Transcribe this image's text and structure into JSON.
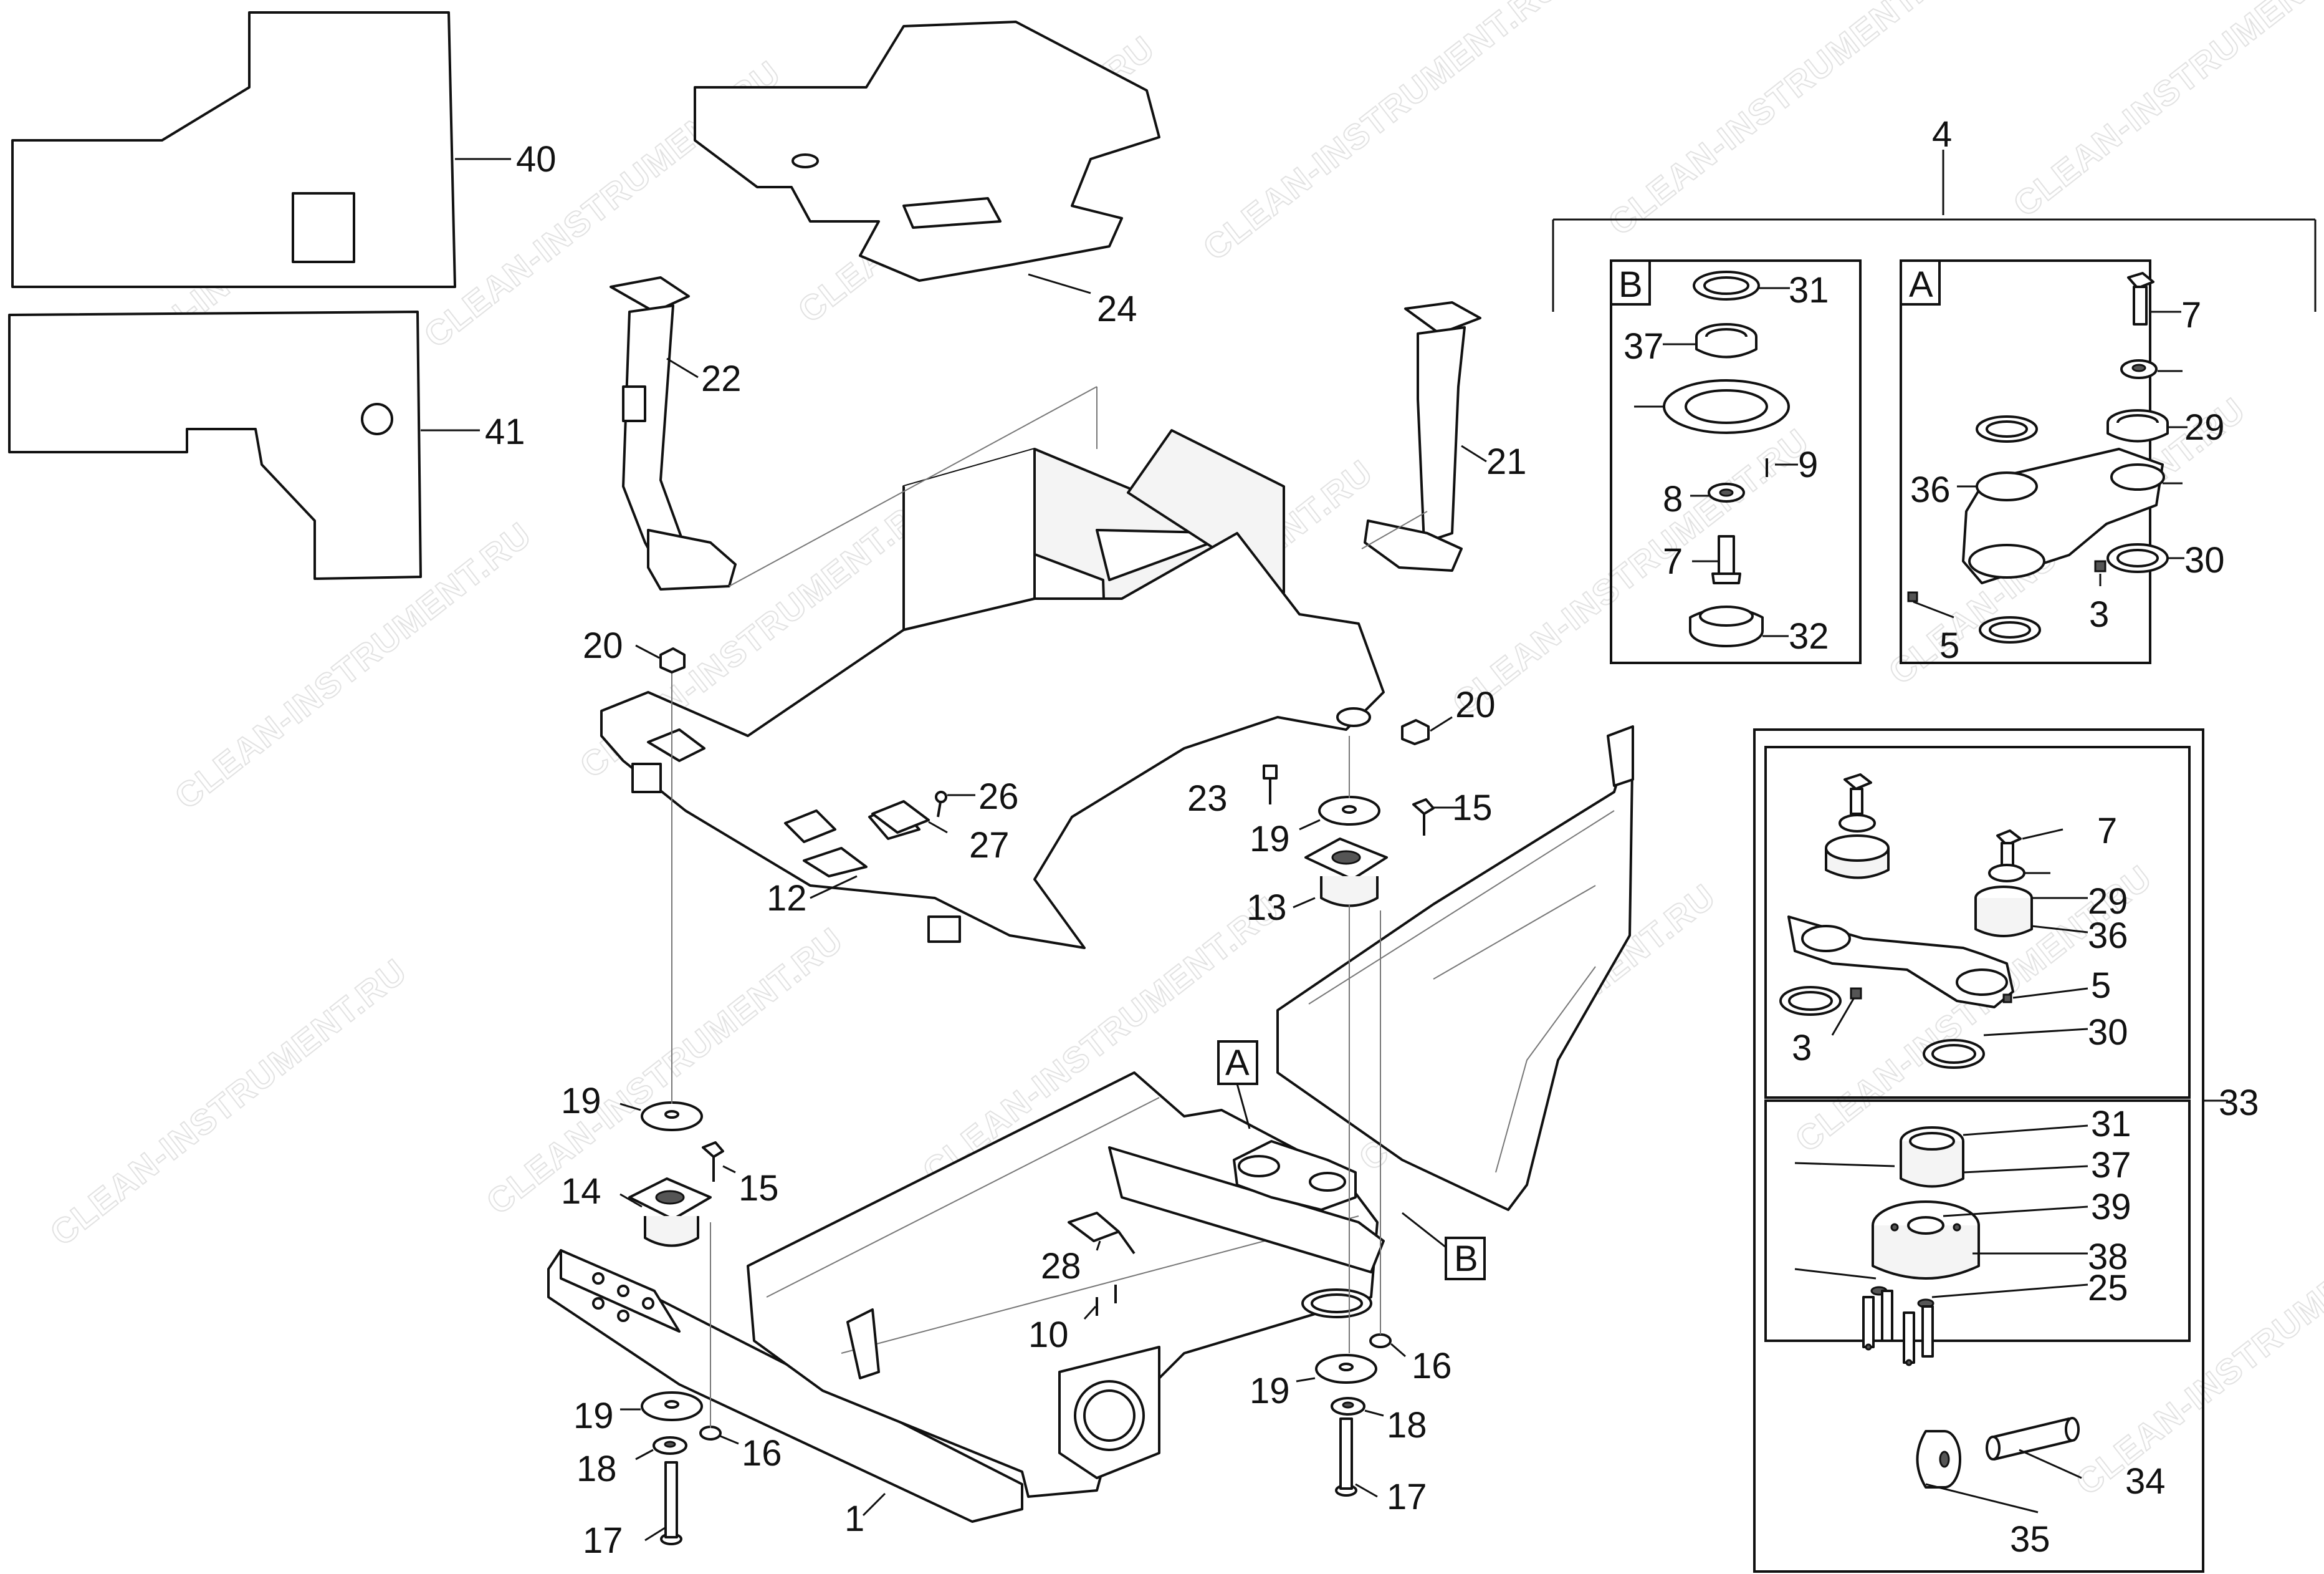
{
  "watermark": "CLEAN-INSTRUMENT.RU",
  "callouts": {
    "c40": "40",
    "c41": "41",
    "c24": "24",
    "c22": "22",
    "c21": "21",
    "c20a": "20",
    "c20b": "20",
    "c26": "26",
    "c27": "27",
    "c12": "12",
    "c23": "23",
    "c19a": "19",
    "c15a": "15",
    "c13": "13",
    "c19b": "19",
    "c14": "14",
    "c15b": "15",
    "c28": "28",
    "c10": "10",
    "c19c": "19",
    "c18a": "18",
    "c16a": "16",
    "c17a": "17",
    "c1": "1",
    "c19d": "19",
    "c16b": "16",
    "c18b": "18",
    "c17b": "17",
    "c4": "4",
    "cB31": "31",
    "cB37": "37",
    "cB9": "9",
    "cB8": "8",
    "cB7": "7",
    "cB32": "32",
    "cA7": "7",
    "cA29": "29",
    "cA36": "36",
    "cA30": "30",
    "cA3": "3",
    "cA5": "5",
    "k7": "7",
    "k29": "29",
    "k36": "36",
    "k5": "5",
    "k3": "3",
    "k30": "30",
    "k31": "31",
    "k37": "37",
    "k39": "39",
    "k38": "38",
    "k25": "25",
    "k33": "33",
    "k34": "34",
    "k35": "35"
  },
  "detail_labels": {
    "boxB": "B",
    "boxA": "A",
    "markerA": "A",
    "markerB": "B"
  }
}
